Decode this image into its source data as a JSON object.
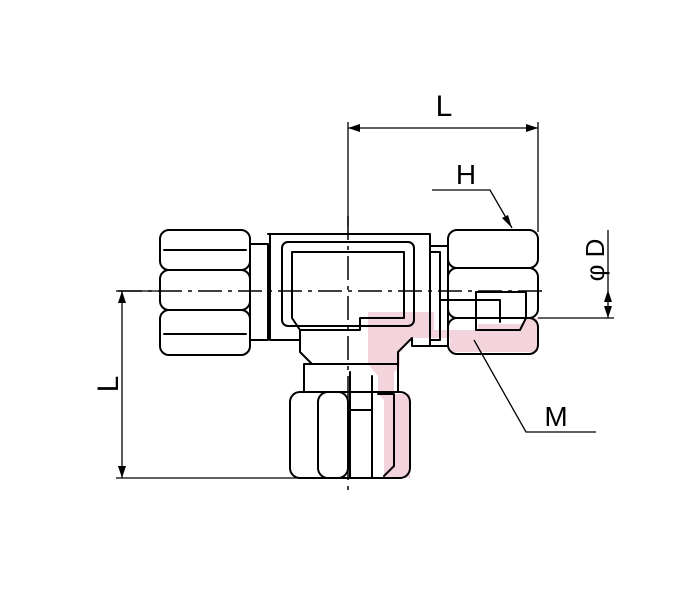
{
  "labels": {
    "top_length": "L",
    "hex": "H",
    "diameter": "φ D",
    "left_length": "L",
    "thread": "M"
  },
  "colors": {
    "section_fill": "#f3d3dc",
    "line": "#000000",
    "background": "#ffffff"
  }
}
